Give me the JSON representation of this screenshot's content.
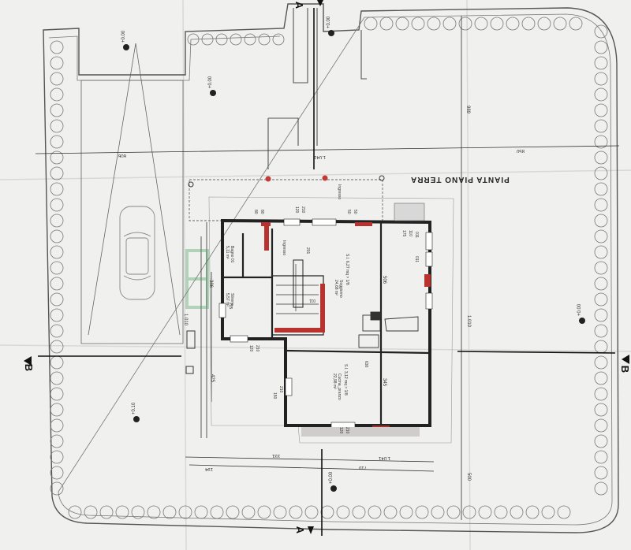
{
  "plan_title": "PIANTA PIANO TERRA",
  "rooms": {
    "bagno": {
      "name": "Bagno 01",
      "area": "5,11 m²"
    },
    "stireria": {
      "name": "Stireria",
      "area": "5,57 m²"
    },
    "soggiorno": {
      "name": "Soggiorno",
      "area": "24,68 m²",
      "ratio": "S.I. 6,27 mq > 1/8"
    },
    "cucina": {
      "name": "Cucina_pranzo",
      "area": "22,98 m²",
      "ratio": "S.I. 3,12 mq > 1/8"
    },
    "ingresso": "Ingresso",
    "ingresso2": "Ingresso"
  },
  "elevations": {
    "e1": "+0.00",
    "e2": "+0.00",
    "e3": "+0.00",
    "e4": "+0.10",
    "e5": "+0.00",
    "e6": "+0.00"
  },
  "sections": {
    "a_top": "A",
    "a_bottom": "A",
    "b_left": "B",
    "b_right": "B"
  },
  "dimensions": {
    "d606": "606",
    "d850": "850",
    "d989": "989",
    "d1041": "1.041",
    "d1010l": "1.010",
    "d1010r": "1.010",
    "d500": "500",
    "d506": "506",
    "d345": "345",
    "d331": "331",
    "d1041b": "1.041",
    "d710": "710",
    "d194": "194",
    "d425": "425",
    "d386": "386",
    "d120a": "120",
    "d210a": "210",
    "d80a": "80",
    "d80b": "80",
    "d50a": "50",
    "d50b": "50",
    "d175": "175",
    "d110": "110",
    "d630": "630",
    "d210b": "210",
    "d150": "150",
    "d120b": "120",
    "d210c": "210",
    "d120c": "120",
    "d210d": "210",
    "d205": "205",
    "d201": "201",
    "d011a": "011",
    "d011b": "011",
    "d011c": "011"
  }
}
